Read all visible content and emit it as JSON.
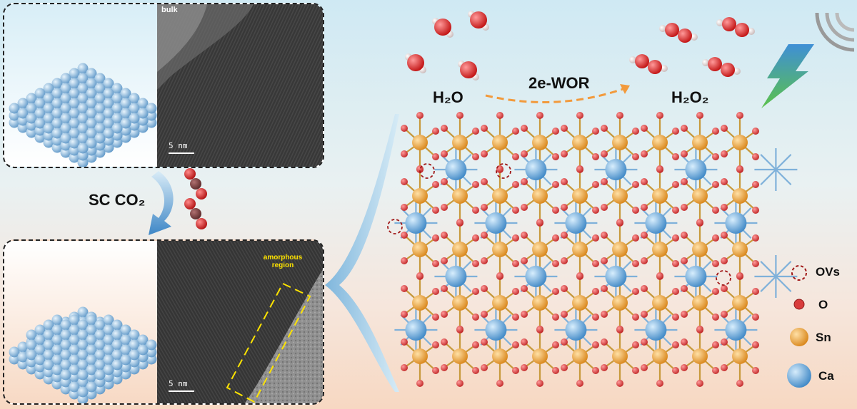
{
  "top_panel": {
    "tem_label": "bulk",
    "scale_label": "5 nm"
  },
  "bottom_panel": {
    "region_label_line1": "amorphous",
    "region_label_line2": "region",
    "scale_label": "5 nm"
  },
  "process": {
    "label": "SC CO₂"
  },
  "reaction": {
    "reactant": "H₂O",
    "arrow_label": "2e-WOR",
    "product": "H₂O₂"
  },
  "legend": {
    "items": [
      "OVs",
      "O",
      "Sn",
      "Ca"
    ]
  },
  "colors": {
    "ca": "#5aa3d8",
    "sn": "#e79a2b",
    "o": "#d83c3c",
    "ov": "#a01818",
    "arrow": "#f29a3c"
  }
}
